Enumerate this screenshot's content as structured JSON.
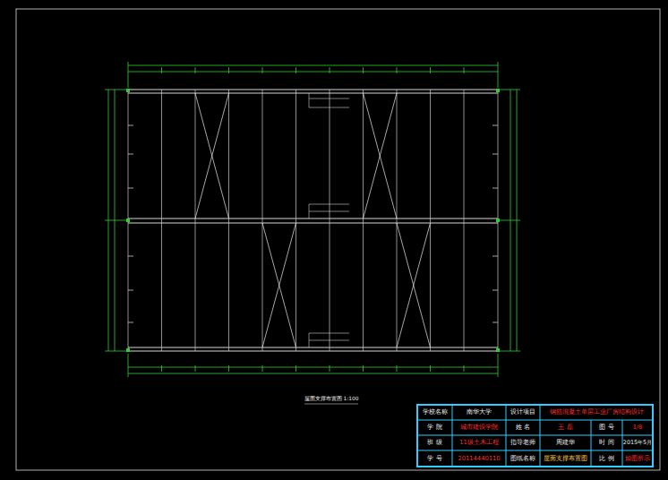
{
  "diagram": {
    "caption": "屋面支撑布置图 1:100",
    "labels": [
      "学校名称",
      "南华大学",
      "设计项目",
      "钢筋混凝土单层工业厂房结构设计",
      "学 院",
      "城市建设学院",
      "姓 名",
      "王 磊",
      "图 号",
      "1/8",
      "班 级",
      "11级土木工程",
      "指导老师",
      "周建华",
      "时 间",
      "2015年5月",
      "学 号",
      "20114440110",
      "图纸名称",
      "屋面支撑布置图",
      "比 例",
      "如图所示"
    ]
  }
}
